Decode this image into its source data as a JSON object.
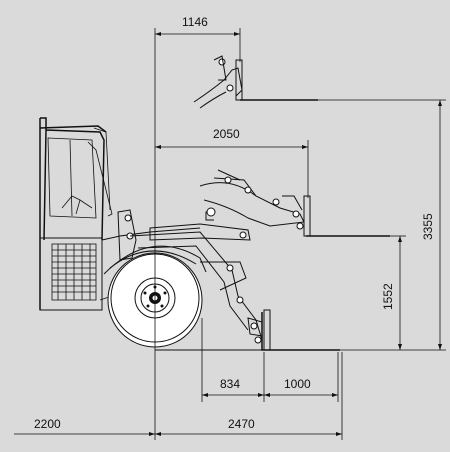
{
  "dimensions": {
    "forks_reach_top": "1146",
    "forks_reach_mid": "2050",
    "max_lift_height": "3355",
    "mid_lift_height": "1552",
    "dim_834": "834",
    "dim_1000": "1000",
    "rear_length": "2200",
    "front_length": "2470"
  }
}
